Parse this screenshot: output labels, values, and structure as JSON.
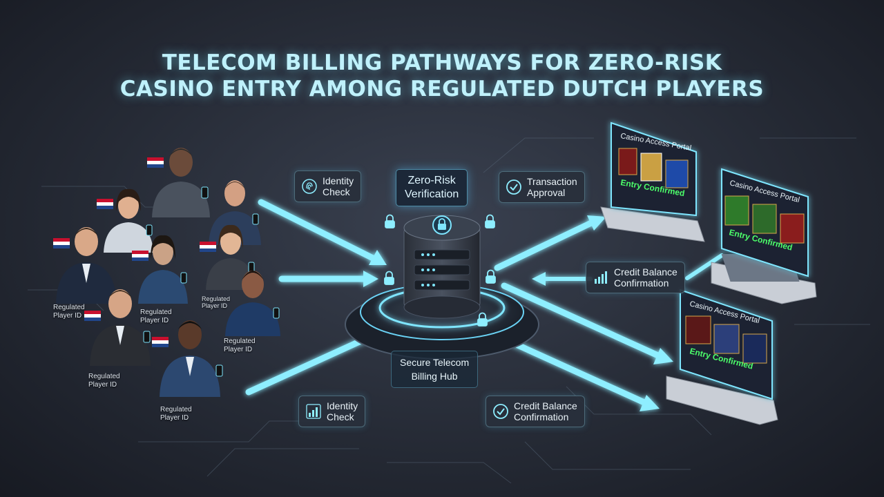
{
  "title": {
    "line1": "TELECOM BILLING PATHWAYS FOR ZERO-RISK",
    "line2": "CASINO ENTRY AMONG REGULATED DUTCH PLAYERS"
  },
  "hub": {
    "top_line1": "Zero-Risk",
    "top_line2": "Verification",
    "bottom_line1": "Secure Telecom",
    "bottom_line2": "Billing Hub"
  },
  "chips": {
    "identity_top": {
      "line1": "Identity",
      "line2": "Check",
      "icon": "fingerprint-icon"
    },
    "transaction": {
      "line1": "Transaction",
      "line2": "Approval",
      "icon": "check-badge-icon"
    },
    "credit_right": {
      "line1": "Credit Balance",
      "line2": "Confirmation",
      "icon": "bar-chart-icon"
    },
    "identity_bottom": {
      "line1": "Identity",
      "line2": "Check",
      "icon": "bar-chart-icon"
    },
    "credit_bottom": {
      "line1": "Credit Balance",
      "line2": "Confirmation",
      "icon": "check-badge-icon"
    }
  },
  "player_labels": [
    {
      "line1": "Regulated",
      "line2": "Player ID"
    },
    {
      "line1": "Regulated",
      "line2": "Player ID"
    },
    {
      "line1": "Regulated",
      "line2": "Player ID"
    },
    {
      "line1": "Regulated",
      "line2": "Player ID"
    },
    {
      "line1": "Regulated",
      "line2": "Player ID"
    },
    {
      "line1": "Regulated",
      "line2": "Player ID"
    }
  ],
  "portals": [
    {
      "title": "Casino Access Portal",
      "status": "Entry Confirmed"
    },
    {
      "title": "Casino Access Portal",
      "status": "Entry Confirmed"
    },
    {
      "title": "Casino Access Portal",
      "status": "Entry Confirmed"
    }
  ],
  "colors": {
    "accent": "#7fe6ff",
    "status_green": "#4cff6a",
    "flag_red": "#c8102e",
    "flag_blue": "#21468b"
  }
}
